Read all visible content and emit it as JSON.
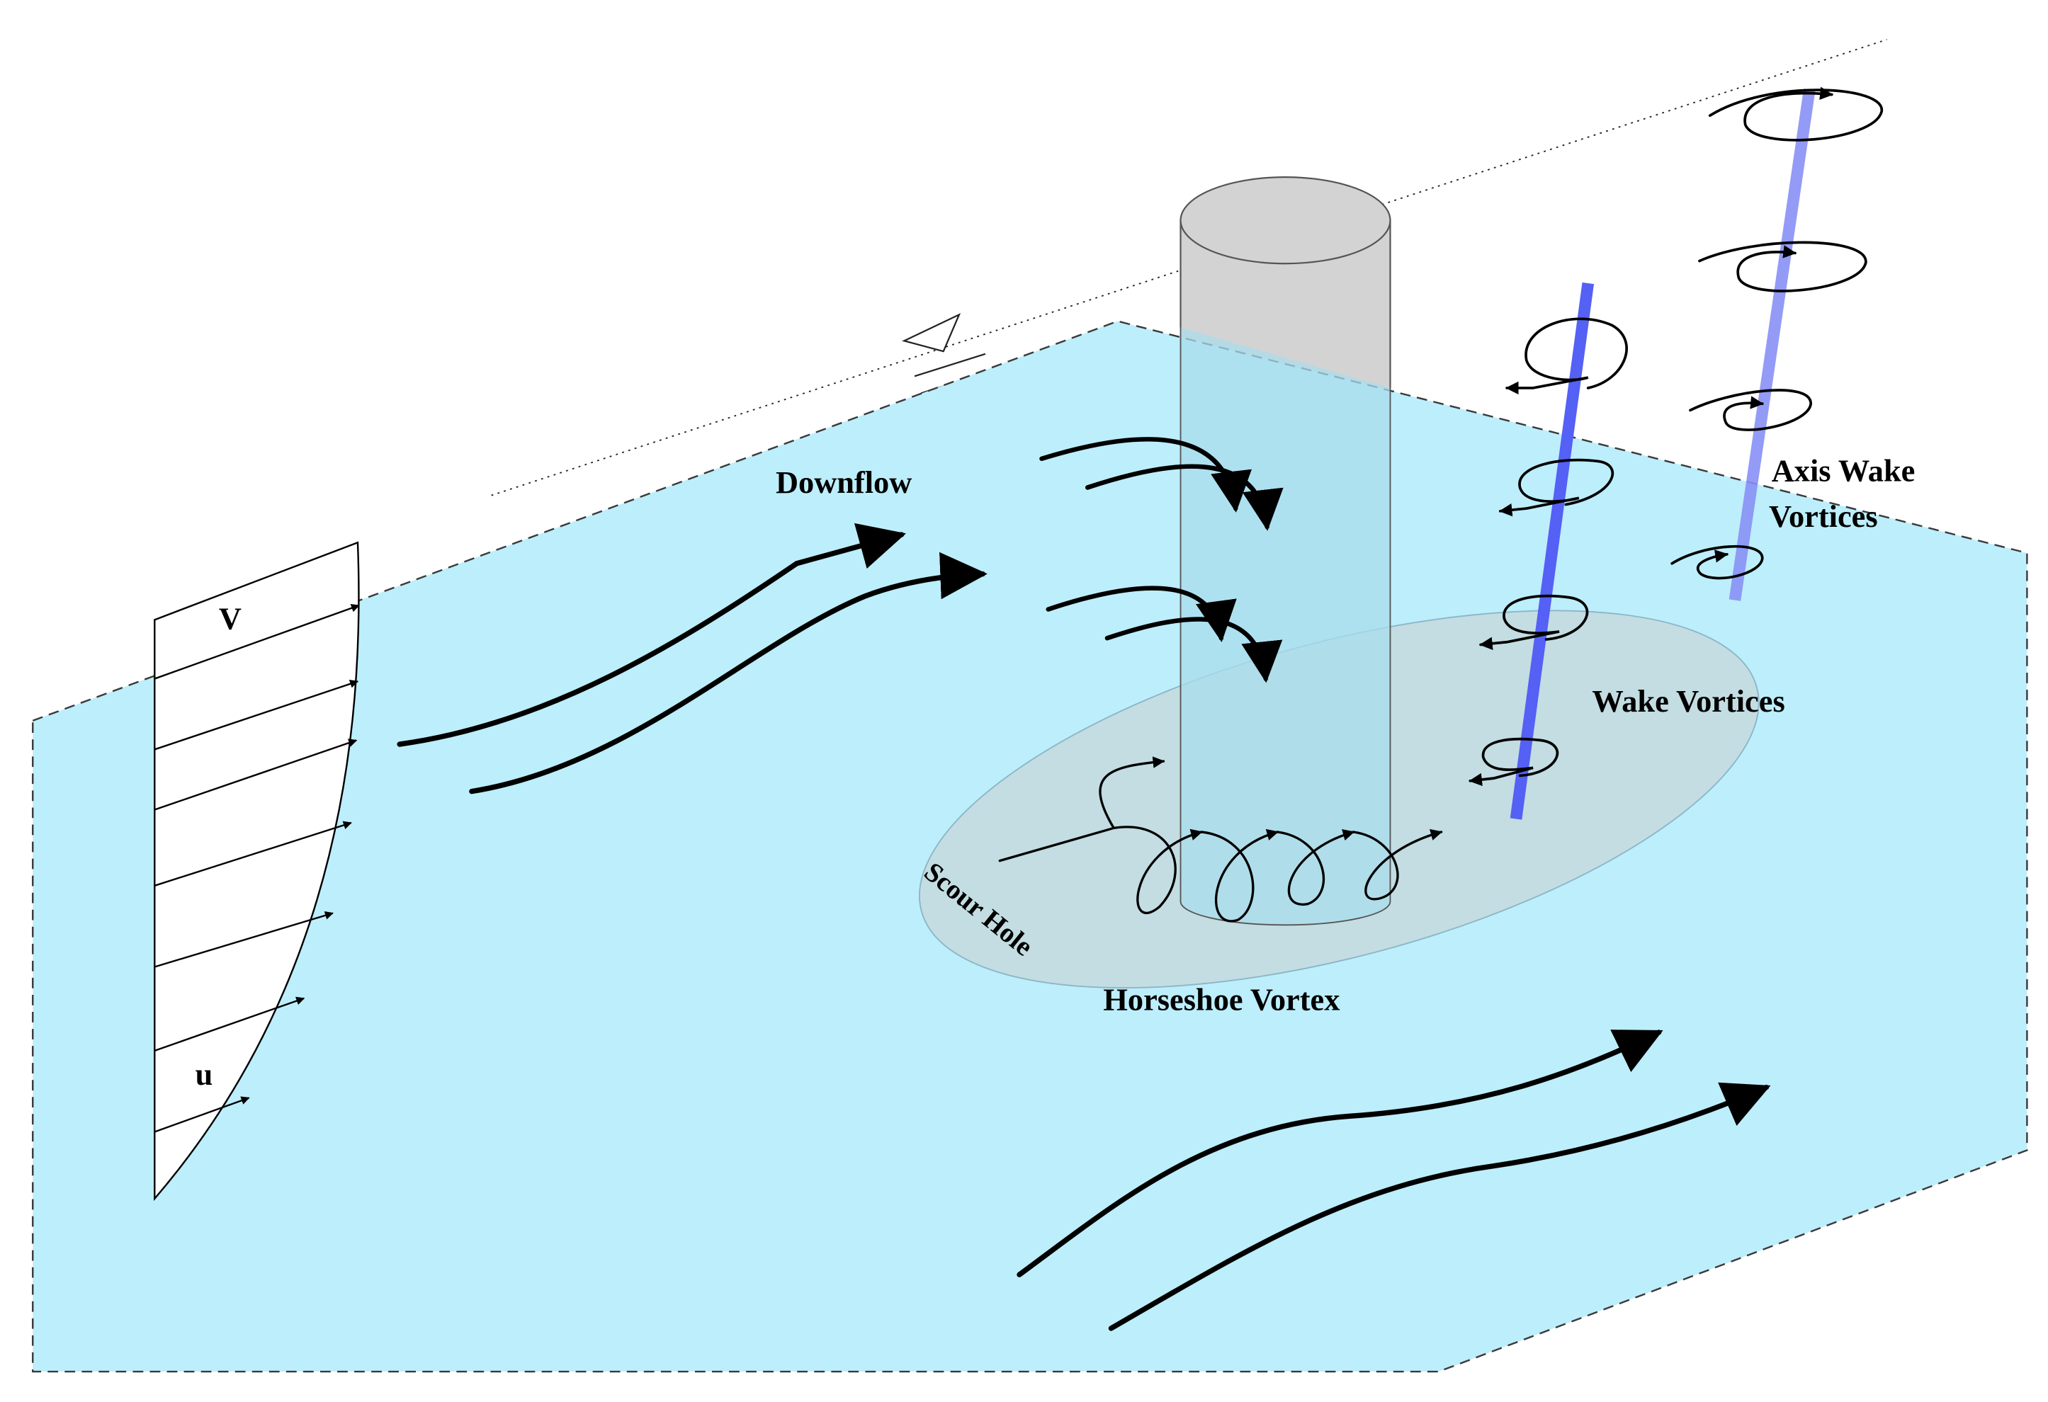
{
  "labels": {
    "downflow": "Downflow",
    "axis_wake_line1": "Axis Wake",
    "axis_wake_line2": "Vortices",
    "wake_vortices": "Wake Vortices",
    "scour_hole": "Scour Hole",
    "horseshoe_vortex": "Horseshoe Vortex",
    "velocity_surface": "V",
    "velocity_local": "u"
  },
  "colors": {
    "water": "#bdeefb",
    "water_border": "#3a3a3a",
    "pier": "#d3d3d3",
    "pier_submerged": "#a9dcec",
    "scour_hole_fill": "#c3dde2",
    "scour_hole_edge": "#8cb6c8",
    "vortex_axis_front": "#5560f5",
    "vortex_axis_back": "#8790f5",
    "arrow": "#000000"
  },
  "icons": {
    "water_surface_marker": "triangle-icon"
  }
}
